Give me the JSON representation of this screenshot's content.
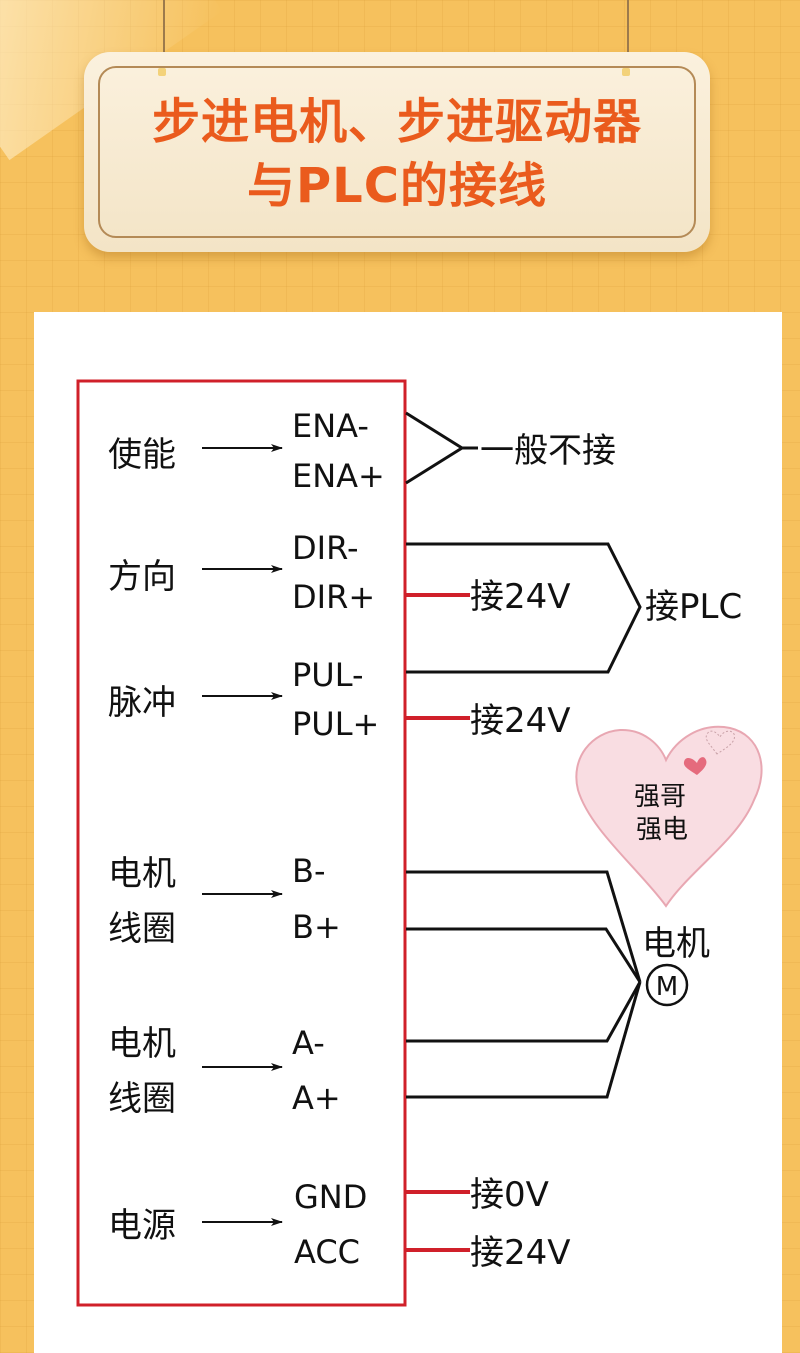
{
  "title": {
    "line1": "步进电机、步进驱动器",
    "line2": "与PLC的接线"
  },
  "colors": {
    "background": "#f6c15d",
    "title_text": "#ea5b1d",
    "driver_box_border": "#d0202a",
    "power_wire": "#d0202a",
    "signal_wire": "#111111",
    "heart_fill": "#f9dde2"
  },
  "driver": {
    "groups": [
      {
        "name": "使能",
        "terminals": [
          "ENA-",
          "ENA+"
        ]
      },
      {
        "name": "方向",
        "terminals": [
          "DIR-",
          "DIR+"
        ]
      },
      {
        "name": "脉冲",
        "terminals": [
          "PUL-",
          "PUL+"
        ]
      },
      {
        "name_line1": "电机",
        "name_line2": "线圈",
        "terminals": [
          "B-",
          "B+"
        ]
      },
      {
        "name_line1": "电机",
        "name_line2": "线圈",
        "terminals": [
          "A-",
          "A+"
        ]
      },
      {
        "name": "电源",
        "terminals": [
          "GND",
          "ACC"
        ]
      }
    ]
  },
  "connections": {
    "ena_note": "一般不接",
    "dir_plus": "接24V",
    "pul_plus": "接24V",
    "plc": "接PLC",
    "motor": "电机",
    "motor_symbol": "M",
    "gnd": "接0V",
    "acc": "接24V"
  },
  "watermark": {
    "line1": "强哥",
    "line2": "强电"
  }
}
